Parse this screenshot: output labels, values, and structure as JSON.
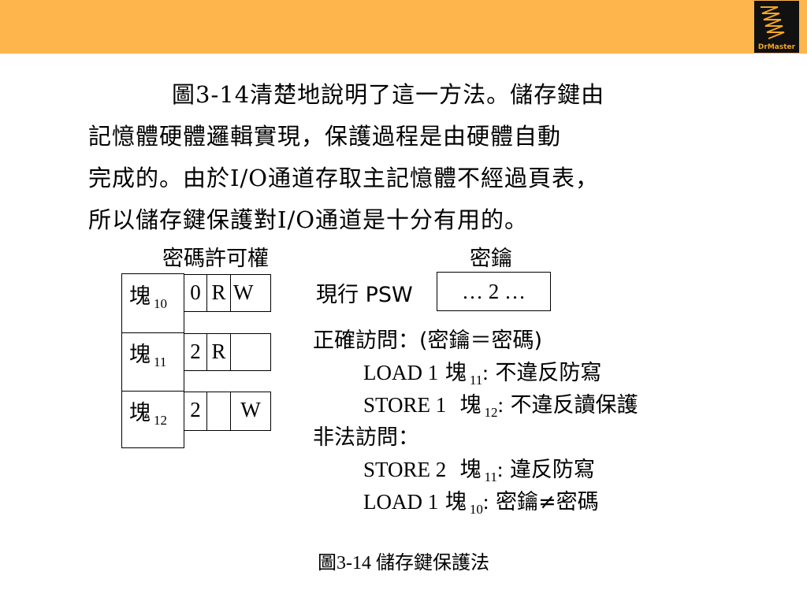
{
  "brand": {
    "logo_text": "DrMaster",
    "header_color": "#fdb54c"
  },
  "paragraph": {
    "lines": [
      "圖3-14清楚地說明了這一方法。儲存鍵由",
      "記憶體硬體邏輯實現，保護過程是由硬體自動",
      "完成的。由於I/O通道存取主記憶體不經過頁表，",
      "所以儲存鍵保護對I/O通道是十分有用的。"
    ]
  },
  "figure": {
    "left_title": "密碼許可權",
    "right_title": "密鑰",
    "blocks": [
      {
        "label": "塊",
        "sub": "10",
        "code": "0",
        "r": "R",
        "w": "W"
      },
      {
        "label": "塊",
        "sub": "11",
        "code": "2",
        "r": "R",
        "w": ""
      },
      {
        "label": "塊",
        "sub": "12",
        "code": "2",
        "r": "",
        "w": "W"
      }
    ],
    "psw_label": "現行 PSW",
    "psw_value": "… 2 …",
    "legal_title": "正確訪問：(密鑰＝密碼)",
    "legal_items": [
      {
        "op": "LOAD 1",
        "block": "塊",
        "sub": "11",
        "desc": "不違反防寫"
      },
      {
        "op": "STORE 1",
        "block": "塊",
        "sub": "12",
        "desc": "不違反讀保護"
      }
    ],
    "illegal_title": "非法訪問：",
    "illegal_items": [
      {
        "op": "STORE 2",
        "block": "塊",
        "sub": "11",
        "desc": "違反防寫"
      },
      {
        "op": "LOAD 1",
        "block": "塊",
        "sub": "10",
        "desc": "密鑰≠密碼"
      }
    ],
    "caption": "圖3-14  儲存鍵保護法"
  }
}
